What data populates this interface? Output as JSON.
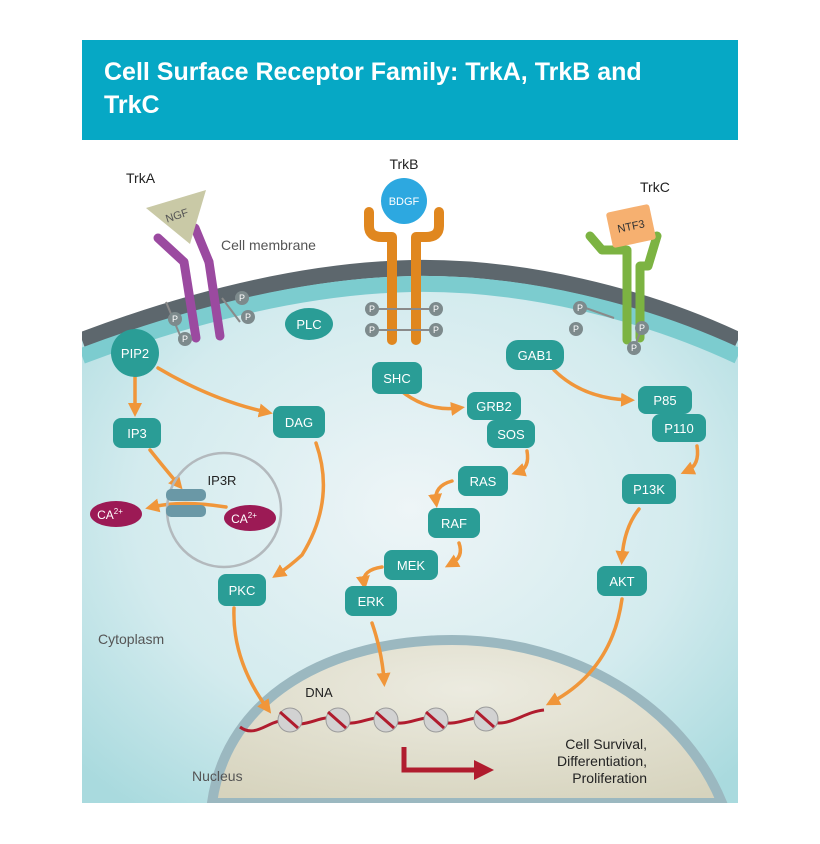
{
  "title": "Cell Surface Receptor Family: TrkA, TrkB and TrkC",
  "receptors": {
    "trka": "TrkA",
    "trkb": "TrkB",
    "trkc": "TrkC"
  },
  "ligands": {
    "ngf": "NGF",
    "bdgf": "BDGF",
    "ntf3": "NTF3"
  },
  "phospho": "P",
  "regions": {
    "membrane": "Cell membrane",
    "cytoplasm": "Cytoplasm",
    "nucleus": "Nucleus",
    "dna": "DNA"
  },
  "nodes": {
    "plc": "PLC",
    "pip2": "PIP2",
    "ip3": "IP3",
    "dag": "DAG",
    "ip3r": "IP3R",
    "pkc": "PKC",
    "shc": "SHC",
    "grb2": "GRB2",
    "sos": "SOS",
    "ras": "RAS",
    "raf": "RAF",
    "mek": "MEK",
    "erk": "ERK",
    "gab1": "GAB1",
    "p85": "P85",
    "p110": "P110",
    "p13k": "P13K",
    "akt": "AKT"
  },
  "calcium": {
    "base": "CA",
    "sup": "2+"
  },
  "outcome": {
    "line1": "Cell Survival,",
    "line2": "Differentiation,",
    "line3": "Proliferation"
  },
  "colors": {
    "header": "#06a8c5",
    "node": "#2a9d96",
    "arrow": "#f0963a",
    "trka": "#9b4aa0",
    "trkb": "#e0871f",
    "trkc": "#7cb342",
    "dna": "#b01c2e",
    "calcium": "#9c1a55"
  }
}
